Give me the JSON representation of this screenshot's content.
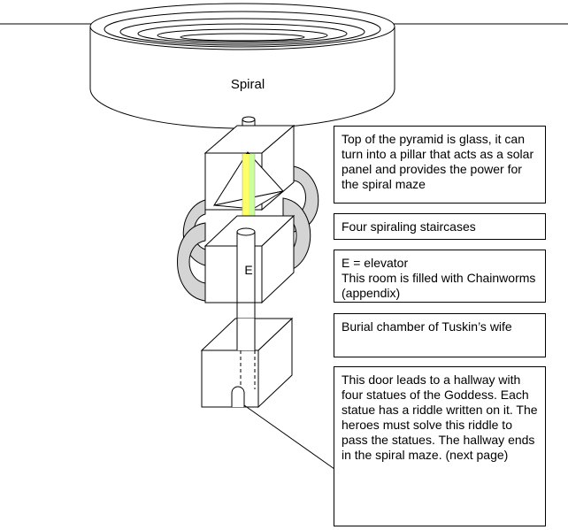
{
  "labels": {
    "spiral": "Spiral",
    "elevator_mark": "E"
  },
  "notes": {
    "pyramid": "Top of the pyramid is glass, it can turn into a pillar that acts as a solar panel and provides the power for the spiral maze",
    "staircases": "Four spiraling staircases",
    "elevator": "E = elevator\nThis room is filled with Chainworms (appendix)",
    "burial": "Burial chamber of Tuskin’s wife",
    "door": "This door leads to a hallway with four statues of the Goddess. Each statue has a riddle written on it. The heroes must solve this riddle to pass the statues. The hallway ends in the spiral maze. (next page)"
  },
  "colors": {
    "line": "#000000",
    "staircase_fill": "#d4d4d4",
    "pillar_yellow": "#ffff66",
    "pillar_green": "#ccff99",
    "background": "#ffffff"
  }
}
